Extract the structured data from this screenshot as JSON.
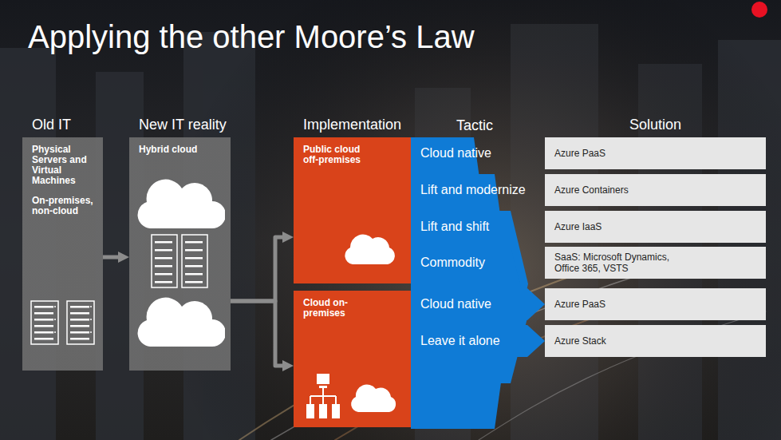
{
  "diagram": {
    "title": "Applying the other Moore’s Law",
    "nodes": [
      {
        "text": [
          "Old IT",
          "Physical Servers and Virtual Machines",
          "On-premises, non-cloud"
        ]
      },
      {
        "text": [
          "New IT reality",
          "Hybrid cloud"
        ]
      },
      {
        "text": [
          "Public cloud off-premises"
        ]
      },
      {
        "text": [
          "Cloud on-premises"
        ]
      },
      {
        "text": [
          "Cloud native"
        ]
      },
      {
        "text": [
          "Lift and modernize"
        ]
      },
      {
        "text": [
          "Lift and shift"
        ]
      },
      {
        "text": [
          "Commodity"
        ]
      },
      {
        "text": [
          "Cloud native"
        ]
      },
      {
        "text": [
          "Leave it alone"
        ]
      },
      {
        "text": [
          "Azure PaaS"
        ]
      },
      {
        "text": [
          "Azure Containers"
        ]
      },
      {
        "text": [
          "Azure IaaS"
        ]
      },
      {
        "text": [
          "SaaS: Microsoft Dynamics, Office 365, VSTS"
        ]
      },
      {
        "text": [
          "Azure PaaS"
        ]
      },
      {
        "text": [
          "Azure Stack"
        ]
      }
    ],
    "edges": [
      {
        "from": 0,
        "to": 1,
        "arrow": "to"
      },
      {
        "from": 1,
        "to": 2,
        "arrow": "to"
      },
      {
        "from": 1,
        "to": 3,
        "arrow": "to"
      }
    ],
    "labels": [
      "Implementation",
      "Tactic",
      "Solution"
    ]
  }
}
